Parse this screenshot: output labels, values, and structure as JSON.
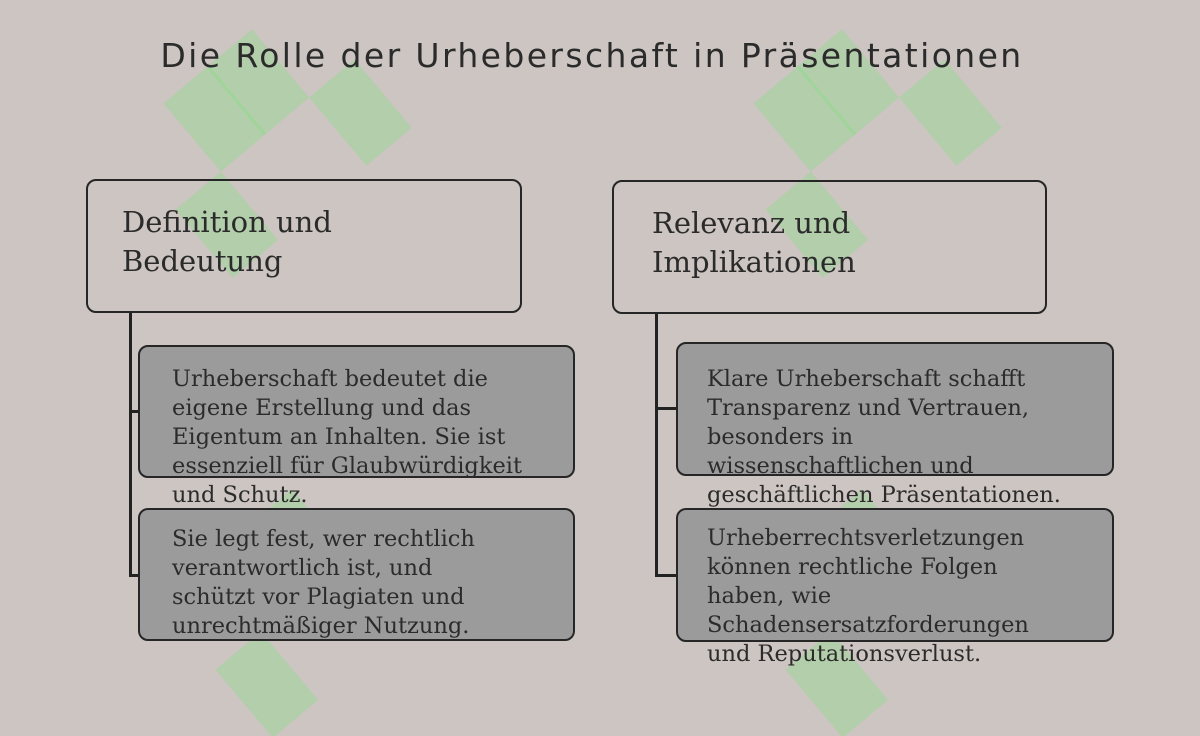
{
  "title": "Die Rolle der Urheberschaft in Präsentationen",
  "columns": [
    {
      "heading": [
        "Definition und",
        "Bedeutung"
      ],
      "items": [
        {
          "lines": [
            "Urheberschaft bedeutet die",
            "eigene Erstellung und das",
            "Eigentum an Inhalten. Sie ist",
            "essenziell für Glaubwürdigkeit",
            "und Schutz."
          ]
        },
        {
          "lines": [
            "Sie legt fest, wer rechtlich",
            "verantwortlich ist, und",
            "schützt vor Plagiaten und",
            "unrechtmäßiger Nutzung."
          ]
        }
      ]
    },
    {
      "heading": [
        "Relevanz und",
        "Implikationen"
      ],
      "items": [
        {
          "lines": [
            "Klare Urheberschaft schafft",
            "Transparenz und Vertrauen,",
            "besonders in",
            "wissenschaftlichen und",
            "geschäftlichen Präsentationen."
          ]
        },
        {
          "lines": [
            "Urheberrechtsverletzungen",
            "können rechtliche Folgen",
            "haben, wie",
            "Schadensersatzforderungen",
            "und Reputationsverlust."
          ]
        }
      ]
    }
  ],
  "colors": {
    "background": "#ccc5c1",
    "item_fill": "#9b9b9b",
    "border": "#262626",
    "watermark": "#78e678"
  }
}
